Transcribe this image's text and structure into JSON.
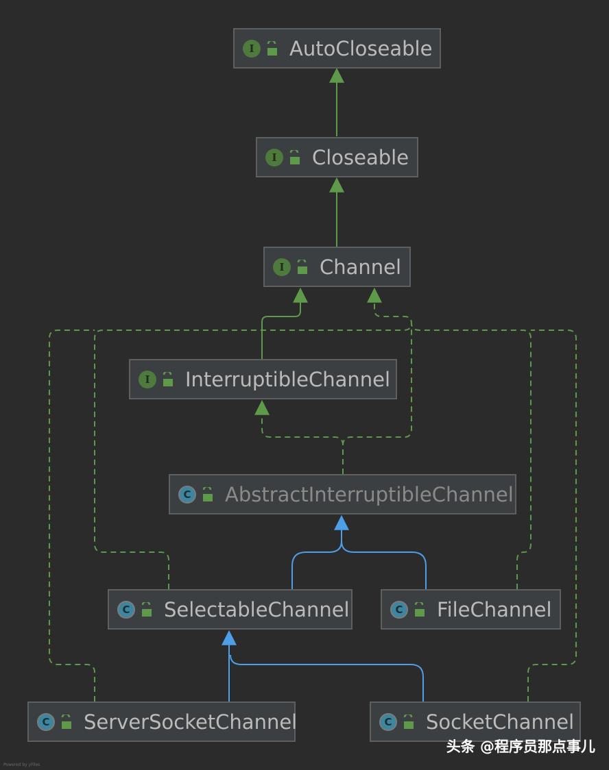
{
  "colors": {
    "background": "#2b2b2b",
    "inheritance_edge": "#5e9a4a",
    "class_extends_edge": "#4f9ee8",
    "interface_icon": "#4e7a3d",
    "class_icon": "#3e86a0"
  },
  "nodes": [
    {
      "id": "autocloseable",
      "kind": "interface",
      "icon_letter": "I",
      "icon": "interface-icon",
      "label": "AutoCloseable"
    },
    {
      "id": "closeable",
      "kind": "interface",
      "icon_letter": "I",
      "icon": "interface-icon",
      "label": "Closeable"
    },
    {
      "id": "channel",
      "kind": "interface",
      "icon_letter": "I",
      "icon": "interface-icon",
      "label": "Channel"
    },
    {
      "id": "interruptiblechannel",
      "kind": "interface",
      "icon_letter": "I",
      "icon": "interface-icon",
      "label": "InterruptibleChannel"
    },
    {
      "id": "abstractinterruptiblechannel",
      "kind": "abstract",
      "icon_letter": "C",
      "icon": "abstract-class-icon",
      "label": "AbstractInterruptibleChannel"
    },
    {
      "id": "selectablechannel",
      "kind": "abstract",
      "icon_letter": "C",
      "icon": "abstract-class-icon",
      "label": "SelectableChannel"
    },
    {
      "id": "filechannel",
      "kind": "abstract",
      "icon_letter": "C",
      "icon": "abstract-class-icon",
      "label": "FileChannel"
    },
    {
      "id": "serversocketchannel",
      "kind": "abstract",
      "icon_letter": "C",
      "icon": "abstract-class-icon",
      "label": "ServerSocketChannel"
    },
    {
      "id": "socketchannel",
      "kind": "abstract",
      "icon_letter": "C",
      "icon": "abstract-class-icon",
      "label": "SocketChannel"
    }
  ],
  "edges": [
    {
      "from": "closeable",
      "to": "autocloseable",
      "type": "extends-interface"
    },
    {
      "from": "channel",
      "to": "closeable",
      "type": "extends-interface"
    },
    {
      "from": "interruptiblechannel",
      "to": "channel",
      "type": "extends-interface"
    },
    {
      "from": "abstractinterruptiblechannel",
      "to": "interruptiblechannel",
      "type": "implements"
    },
    {
      "from": "abstractinterruptiblechannel",
      "to": "channel",
      "type": "implements"
    },
    {
      "from": "selectablechannel",
      "to": "abstractinterruptiblechannel",
      "type": "extends-class"
    },
    {
      "from": "filechannel",
      "to": "abstractinterruptiblechannel",
      "type": "extends-class"
    },
    {
      "from": "selectablechannel",
      "to": "channel",
      "type": "implements"
    },
    {
      "from": "filechannel",
      "to": "channel",
      "type": "implements"
    },
    {
      "from": "serversocketchannel",
      "to": "selectablechannel",
      "type": "extends-class"
    },
    {
      "from": "socketchannel",
      "to": "selectablechannel",
      "type": "extends-class"
    },
    {
      "from": "serversocketchannel",
      "to": "channel",
      "type": "implements"
    },
    {
      "from": "socketchannel",
      "to": "channel",
      "type": "implements"
    }
  ],
  "watermark": "头条 @程序员那点事儿",
  "powered_by": "Powered by yFiles"
}
